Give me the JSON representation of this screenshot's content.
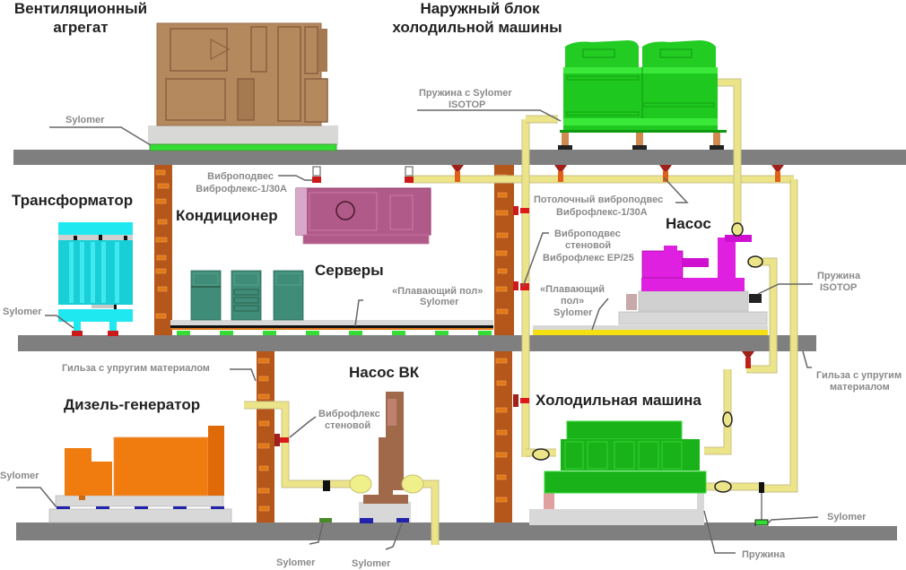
{
  "diagram": {
    "type": "building vibration isolation schematic",
    "equipment_titles": {
      "ventilation_unit": [
        "Вентиляционный",
        "агрегат"
      ],
      "chiller_outdoor_unit": [
        "Наружный блок",
        "холодильной машины"
      ],
      "transformer": "Трансформатор",
      "air_conditioner": "Кондиционер",
      "servers": "Серверы",
      "pump": "Насос",
      "diesel_generator": "Дизель-генератор",
      "water_pump": "Насос ВК",
      "chiller": "Холодильная машина"
    },
    "callouts": {
      "sylomer_vent": "Sylomer",
      "spring_sylomer_isotop": [
        "Пружина с Sylomer",
        "ISOTOP"
      ],
      "hanger_ac": [
        "Виброподвес",
        "Виброфлекс-1/30А"
      ],
      "ceiling_hanger": [
        "Потолочный виброподвес",
        "Виброфлекс-1/30А"
      ],
      "wall_hanger": [
        "Виброподвес",
        "стеновой",
        "Виброфлекс EP/25"
      ],
      "floating_floor_servers": [
        "«Плавающий пол»",
        "Sylomer"
      ],
      "floating_floor_pump": [
        "«Плавающий",
        "пол»",
        "Sylomer"
      ],
      "spring_isotop": [
        "Пружина",
        "ISOTOP"
      ],
      "sylomer_transformer": "Sylomer",
      "sleeve_left": "Гильза с упругим материалом",
      "sleeve_right": [
        "Гильза с упругим",
        "материалом"
      ],
      "vibroflex_wall": [
        "Виброфлекс",
        "стеновой"
      ],
      "sylomer_generator": "Sylomer",
      "sylomer_bottom_1": "Sylomer",
      "sylomer_bottom_2": "Sylomer",
      "sylomer_chiller_support": "Sylomer",
      "spring_chiller": "Пружина"
    },
    "colors": {
      "slab": "#7f7f7f",
      "brick_wall": "#b5561a",
      "pipe": "#ece488",
      "ventilation_unit": "#b5895e",
      "outdoor_unit": "#22cc22",
      "air_conditioner": "#b05a8a",
      "transformer": "#20d8e0",
      "server": "#3f8c78",
      "pump": "#e020e0",
      "generator": "#f07c10",
      "chiller": "#19b319",
      "sylomer_green": "#33dd33",
      "sylomer_blue": "#2222aa",
      "floating_floor_yellow": "#f4e010",
      "hanger_red": "#dd1a1a"
    }
  }
}
